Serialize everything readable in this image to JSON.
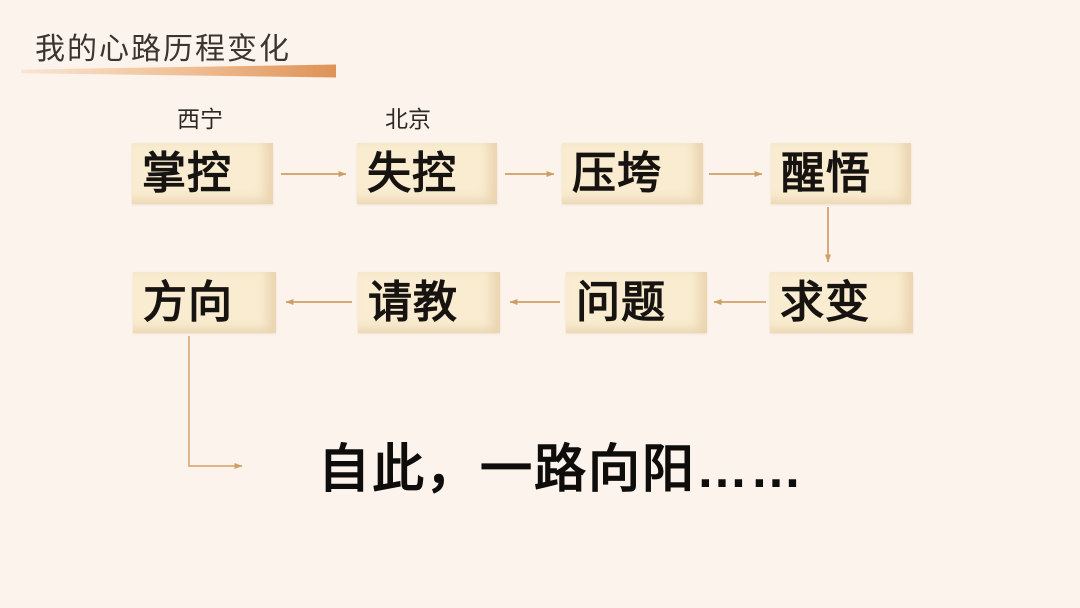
{
  "slide": {
    "title": "我的心路历程变化",
    "background_color": "#fcf3ec",
    "title_color": "#3a3531",
    "accent_underline_gradient": [
      "#f9e6d2",
      "#de9257"
    ]
  },
  "flow": {
    "box_fill_color": "#f9ecd0",
    "box_text_color": "#171310",
    "arrow_color": "#cf9f68",
    "city_labels": [
      {
        "text": "西宁",
        "above": "掌控"
      },
      {
        "text": "北京",
        "above": "失控"
      }
    ],
    "row1": [
      {
        "label": "掌控"
      },
      {
        "label": "失控"
      },
      {
        "label": "压垮"
      },
      {
        "label": "醒悟"
      }
    ],
    "row2": [
      {
        "label": "方向"
      },
      {
        "label": "请教"
      },
      {
        "label": "问题"
      },
      {
        "label": "求变"
      }
    ],
    "flow_order": [
      "掌控",
      "失控",
      "压垮",
      "醒悟",
      "求变",
      "问题",
      "请教",
      "方向"
    ]
  },
  "footer": {
    "text": "自此，一路向阳……"
  }
}
